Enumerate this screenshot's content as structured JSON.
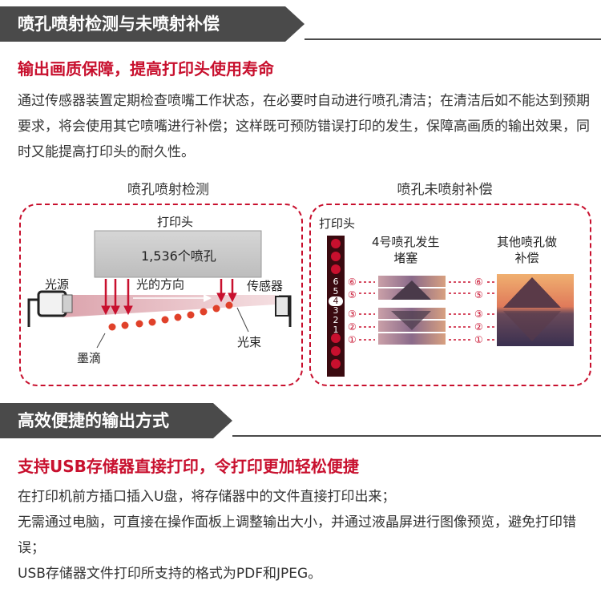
{
  "section1": {
    "header": "喷孔喷射检测与未喷射补偿",
    "subtitle": "输出画质保障，提高打印头使用寿命",
    "paragraph": "通过传感器装置定期检查喷嘴工作状态，在必要时自动进行喷孔清洁；在清洁后如不能达到预期要求，将会使用其它喷嘴进行补偿；这样既可预防错误打印的发生，保障高画质的输出效果，同时又能提高打印头的耐久性。",
    "detection": {
      "caption": "喷孔喷射检测",
      "printhead_label": "打印头",
      "nozzle_count": "1,536个喷孔",
      "light_source": "光源",
      "light_direction": "光的方向",
      "sensor": "传感器",
      "beam": "光束",
      "ink_drop": "墨滴"
    },
    "compensation": {
      "caption": "喷孔未喷射补偿",
      "printhead_label": "打印头",
      "blocked_label": "4号喷孔发生\n堵塞",
      "compensate_label": "其他喷孔做\n补偿",
      "nozzle_numbers": [
        "6",
        "5",
        "4",
        "3",
        "2",
        "1"
      ],
      "left_markers": [
        "⑥",
        "⑤",
        "③",
        "②",
        "①"
      ],
      "right_markers": [
        "⑥",
        "⑤",
        "③",
        "②",
        "①"
      ]
    }
  },
  "section2": {
    "header": "高效便捷的输出方式",
    "subtitle": "支持USB存储器直接打印，令打印更加轻松便捷",
    "lines": [
      "在打印机前方插口插入U盘，将存储器中的文件直接打印出来；",
      "无需通过电脑，可直接在操作面板上调整输出大小，并通过液晶屏进行图像预览，避免打印错误；",
      "USB存储器文件打印所支持的格式为PDF和JPEG。"
    ]
  },
  "colors": {
    "accent": "#c8102e",
    "header_bg": "#4a4a4a",
    "text": "#333333"
  }
}
